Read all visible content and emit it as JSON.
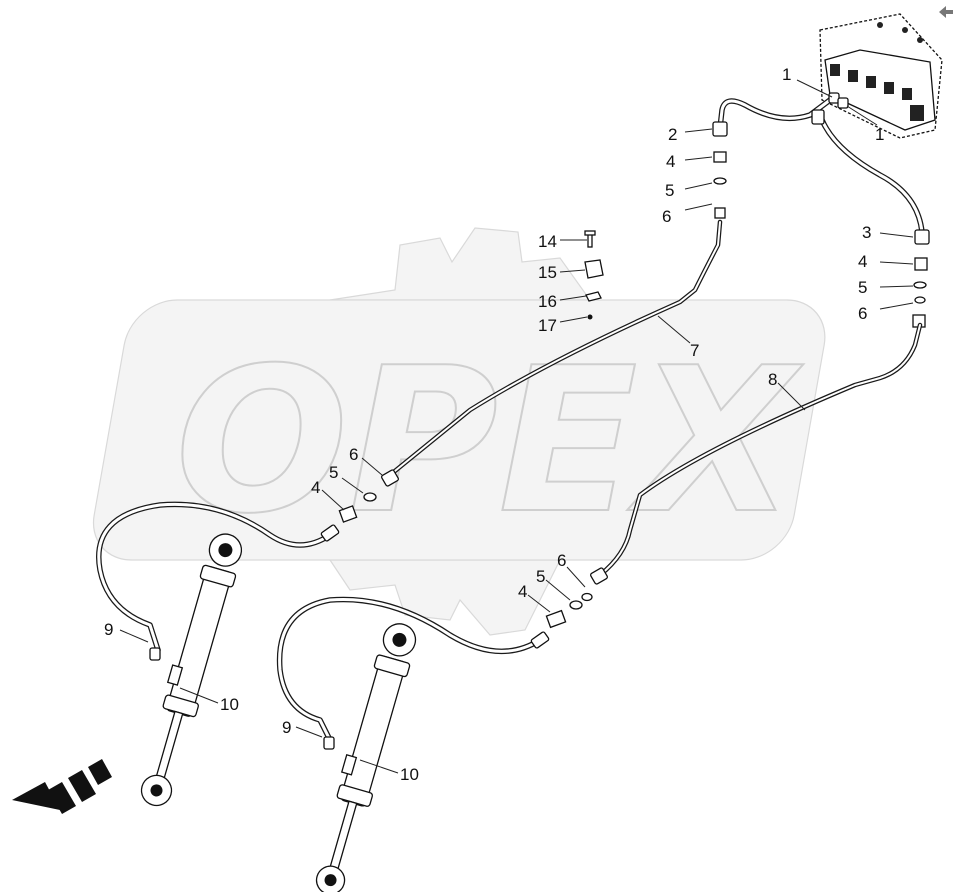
{
  "watermark": {
    "text": "OPEX"
  },
  "corner_icon": "tool-arrow-icon",
  "callouts": [
    {
      "id": "c1a",
      "label": "1"
    },
    {
      "id": "c1b",
      "label": "1"
    },
    {
      "id": "c2",
      "label": "2"
    },
    {
      "id": "c4a",
      "label": "4"
    },
    {
      "id": "c5a",
      "label": "5"
    },
    {
      "id": "c6a",
      "label": "6"
    },
    {
      "id": "c3",
      "label": "3"
    },
    {
      "id": "c4b",
      "label": "4"
    },
    {
      "id": "c5b",
      "label": "5"
    },
    {
      "id": "c6b",
      "label": "6"
    },
    {
      "id": "c14",
      "label": "14"
    },
    {
      "id": "c15",
      "label": "15"
    },
    {
      "id": "c16",
      "label": "16"
    },
    {
      "id": "c17",
      "label": "17"
    },
    {
      "id": "c7",
      "label": "7"
    },
    {
      "id": "c8",
      "label": "8"
    },
    {
      "id": "c6c",
      "label": "6"
    },
    {
      "id": "c5c",
      "label": "5"
    },
    {
      "id": "c4c",
      "label": "4"
    },
    {
      "id": "c6d",
      "label": "6"
    },
    {
      "id": "c5d",
      "label": "5"
    },
    {
      "id": "c4d",
      "label": "4"
    },
    {
      "id": "c9a",
      "label": "9"
    },
    {
      "id": "c10a",
      "label": "10"
    },
    {
      "id": "c9b",
      "label": "9"
    },
    {
      "id": "c10b",
      "label": "10"
    }
  ],
  "direction_arrow": "forward-direction-arrow-icon"
}
